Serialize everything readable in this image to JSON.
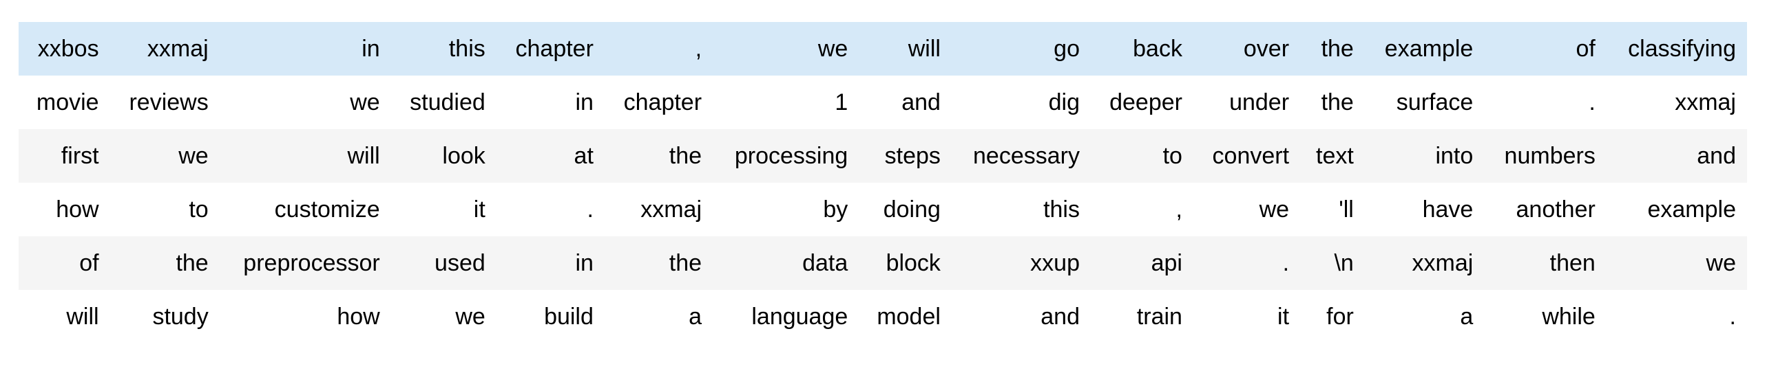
{
  "app": {
    "description_label": "tokenized-text-batch-table"
  },
  "table": {
    "highlight_color": "#d6e9f8",
    "stripe_color": "#f5f5f5",
    "text_color": "#000000",
    "columns": 15,
    "rows": [
      {
        "highlighted": true,
        "tokens": [
          "xxbos",
          "xxmaj",
          "in",
          "this",
          "chapter",
          ",",
          "we",
          "will",
          "go",
          "back",
          "over",
          "the",
          "example",
          "of",
          "classifying"
        ]
      },
      {
        "highlighted": false,
        "tokens": [
          "movie",
          "reviews",
          "we",
          "studied",
          "in",
          "chapter",
          "1",
          "and",
          "dig",
          "deeper",
          "under",
          "the",
          "surface",
          ".",
          "xxmaj"
        ]
      },
      {
        "highlighted": false,
        "tokens": [
          "first",
          "we",
          "will",
          "look",
          "at",
          "the",
          "processing",
          "steps",
          "necessary",
          "to",
          "convert",
          "text",
          "into",
          "numbers",
          "and"
        ]
      },
      {
        "highlighted": false,
        "tokens": [
          "how",
          "to",
          "customize",
          "it",
          ".",
          "xxmaj",
          "by",
          "doing",
          "this",
          ",",
          "we",
          "'ll",
          "have",
          "another",
          "example"
        ]
      },
      {
        "highlighted": false,
        "tokens": [
          "of",
          "the",
          "preprocessor",
          "used",
          "in",
          "the",
          "data",
          "block",
          "xxup",
          "api",
          ".",
          "\\n",
          "xxmaj",
          "then",
          "we"
        ]
      },
      {
        "highlighted": false,
        "tokens": [
          "will",
          "study",
          "how",
          "we",
          "build",
          "a",
          "language",
          "model",
          "and",
          "train",
          "it",
          "for",
          "a",
          "while",
          "."
        ]
      }
    ]
  }
}
